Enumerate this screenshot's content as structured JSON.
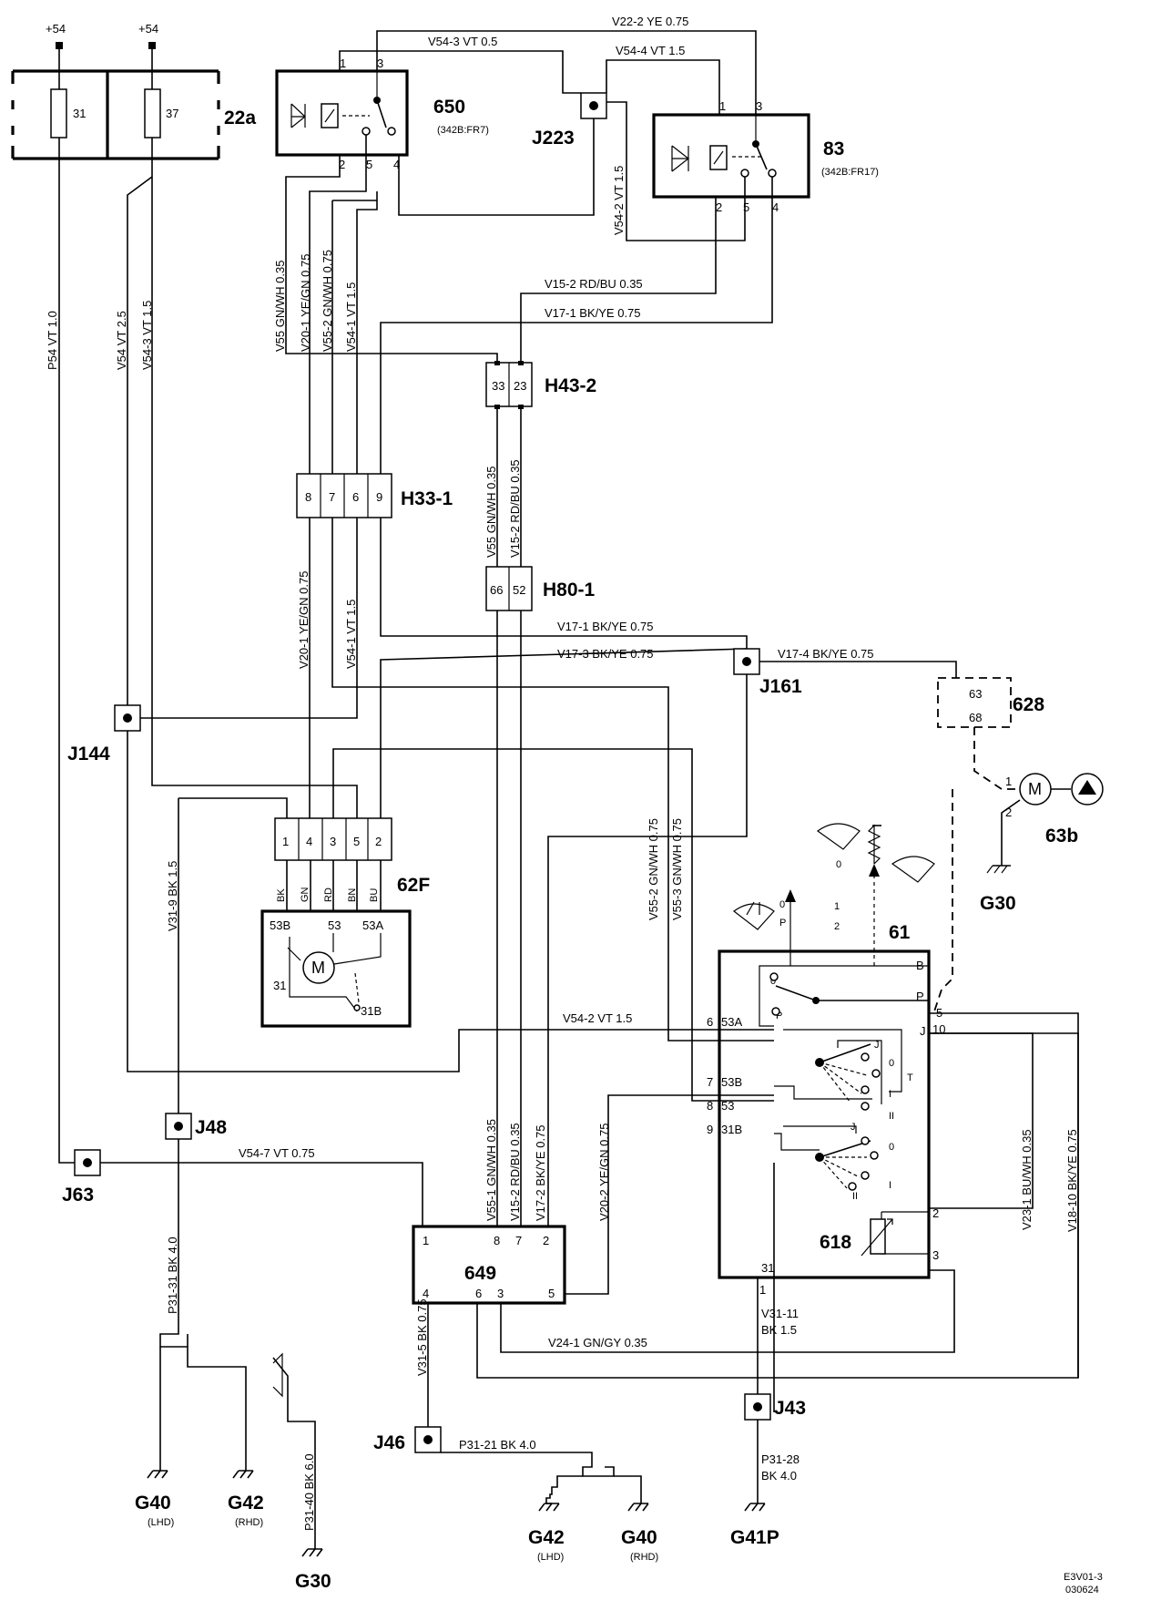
{
  "supplies": [
    "+54",
    "+54"
  ],
  "fuse_block": {
    "id": "22a",
    "fuses": [
      "31",
      "37"
    ]
  },
  "relays": [
    {
      "id": "650",
      "ref": "(342B:FR7)",
      "pins": [
        "1",
        "3",
        "2",
        "5",
        "4"
      ]
    },
    {
      "id": "83",
      "ref": "(342B:FR17)",
      "pins": [
        "1",
        "3",
        "2",
        "5",
        "4"
      ]
    }
  ],
  "junctions": [
    "J223",
    "J161",
    "J144",
    "J48",
    "J63",
    "J46",
    "J43"
  ],
  "connectors": {
    "h43": {
      "id": "H43-2",
      "pins": [
        "33",
        "23"
      ]
    },
    "h33": {
      "id": "H33-1",
      "pins": [
        "8",
        "7",
        "6",
        "9"
      ]
    },
    "h80": {
      "id": "H80-1",
      "pins": [
        "66",
        "52"
      ]
    },
    "c62f": {
      "id": "62F",
      "pins": [
        "1",
        "4",
        "3",
        "5",
        "2"
      ],
      "colors": [
        "BK",
        "GN",
        "RD",
        "BN",
        "BU"
      ]
    }
  },
  "motor": {
    "symbol": "M",
    "terminals": [
      "53B",
      "53",
      "53A",
      "31",
      "31B"
    ]
  },
  "washer": {
    "id": "628",
    "pins": [
      "63",
      "68"
    ]
  },
  "pump": {
    "id": "63b",
    "symbol": "M",
    "pins": [
      "1",
      "2"
    ]
  },
  "switch_unit": {
    "id": "61",
    "terminals": [
      "B",
      "P",
      "5",
      "10",
      "J",
      "2",
      "3",
      "31",
      "1"
    ],
    "stalk_terms": [
      "6",
      "53A",
      "7",
      "53B",
      "8",
      "53",
      "9",
      "31B"
    ],
    "positions": [
      "0",
      "P",
      "J",
      "0",
      "T",
      "I",
      "II",
      "J",
      "0",
      "I",
      "II"
    ],
    "symbol_labels": [
      "0",
      "P",
      "1",
      "2",
      "0"
    ]
  },
  "resistor": {
    "id": "618"
  },
  "control_unit": {
    "id": "649",
    "pins_top": [
      "1",
      "8",
      "7",
      "2"
    ],
    "pins_bottom": [
      "4",
      "6",
      "3",
      "5"
    ]
  },
  "grounds": [
    {
      "id": "G40",
      "sub": "(LHD)"
    },
    {
      "id": "G42",
      "sub": "(RHD)"
    },
    {
      "id": "G30",
      "sub": ""
    },
    {
      "id": "G42",
      "sub": "(LHD)"
    },
    {
      "id": "G40",
      "sub": "(RHD)"
    },
    {
      "id": "G41P",
      "sub": ""
    },
    {
      "id": "G30",
      "sub": ""
    }
  ],
  "wires": {
    "v22_2": "V22-2  YE   0.75",
    "v54_3_top": "V54-3  VT   0.5",
    "v54_4": "V54-4  VT   1.5",
    "v54_2_vert": "V54-2  VT   1.5",
    "v15_2": "V15-2  RD/BU   0.35",
    "v17_1": "V17-1  BK/YE   0.75",
    "v55_a": "V55  GN/WH  0.35",
    "v20_1a": "V20-1  YE/GN  0.75",
    "v55_2a": "V55-2  GN/WH  0.75",
    "v54_1a": "V54-1  VT  1.5",
    "p54": "P54  VT   1.0",
    "v54_25": "V54  VT   2.5",
    "v54_3b": "V54-3  VT  1.5",
    "v55_b": "V55  GN/WH  0.35",
    "v15_2b": "V15-2  RD/BU  0.35",
    "v20_1b": "V20-1  YE/GN  0.75",
    "v54_1b": "V54-1  VT  1.5",
    "v17_1b": "V17-1  BK/YE  0.75",
    "v17_3": "V17-3  BK/YE  0.75",
    "v17_4": "V17-4  BK/YE  0.75",
    "v31_9": "V31-9  BK  1.5",
    "v54_2_h": "V54-2     VT      1.5",
    "v55_2b": "V55-2  GN/WH  0.75",
    "v55_3": "V55-3  GN/WH  0.75",
    "v54_7": "V54-7     VT    0.75",
    "v55_1": "V55-1  GN/WH  0.35",
    "v15_2c": "V15-2  RD/BU  0.35",
    "v17_2": "V17-2  BK/YE  0.75",
    "v20_2": "V20-2  YE/GN  0.75",
    "v23_1": "V23-1  BU/WH  0.35",
    "v18_10": "V18-10  BK/YE  0.75",
    "p31_31": "P31-31  BK  4.0",
    "p31_40": "P31-40  BK  6.0",
    "v31_5": "V31-5  BK  0.75",
    "p31_21": "P31-21  BK  4.0",
    "v24_1": "V24-1   GN/GY  0.35",
    "v31_11_a": "V31-11",
    "v31_11_b": "BK  1.5",
    "p31_28_a": "P31-28",
    "p31_28_b": "BK  4.0"
  },
  "footer": [
    "E3V01-3",
    "030624"
  ]
}
